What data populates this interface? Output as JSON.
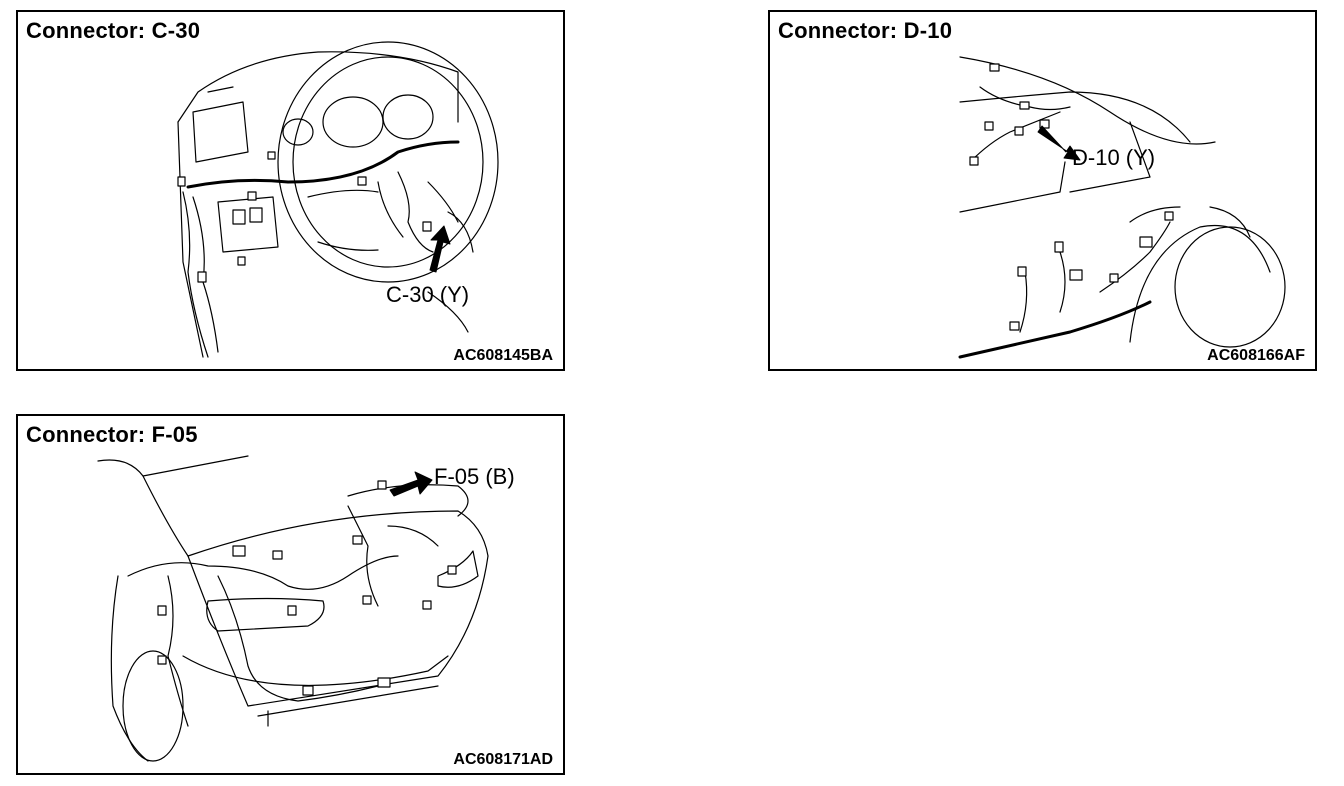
{
  "panels": [
    {
      "title": "Connector: C-30",
      "callout": "C-30 (Y)",
      "figure_code": "AC608145BA"
    },
    {
      "title": "Connector: D-10",
      "callout": "D-10 (Y)",
      "figure_code": "AC608166AF"
    },
    {
      "title": "Connector: F-05",
      "callout": "F-05 (B)",
      "figure_code": "AC608171AD"
    }
  ]
}
